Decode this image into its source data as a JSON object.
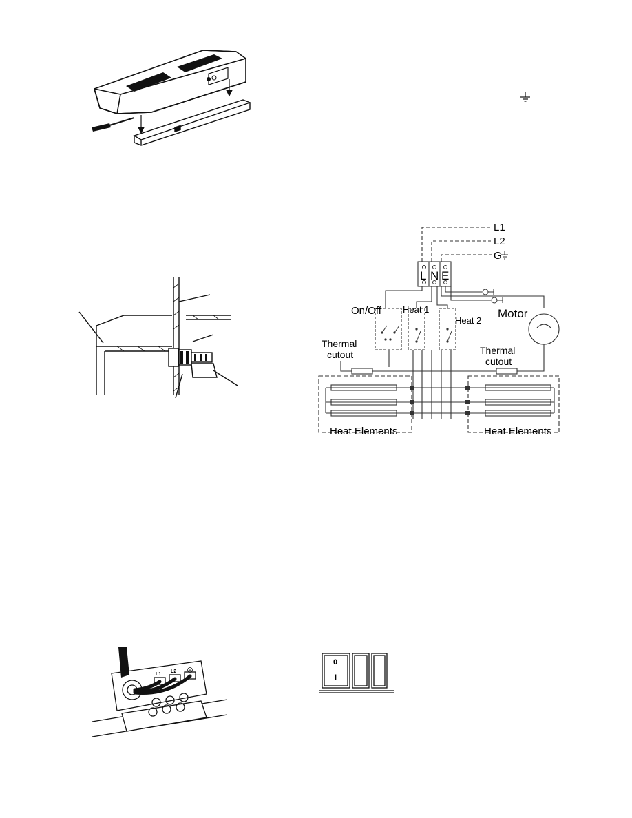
{
  "heater_figure": {
    "wall_screw_labels": []
  },
  "earth_note": {
    "symbol": "earth-ground-symbol"
  },
  "wall_section_figure": {},
  "wiring_diagram": {
    "supply": {
      "l1": "L1",
      "l2": "L2",
      "g": "G"
    },
    "terminals": {
      "l": "L",
      "n": "N",
      "e": "E"
    },
    "switches": {
      "on_off": "On/Off",
      "heat1": "Heat 1",
      "heat2": "Heat 2"
    },
    "motor": "Motor",
    "thermal_cutout_left": {
      "line1": "Thermal",
      "line2": "cutout"
    },
    "thermal_cutout_right": {
      "line1": "Thermal",
      "line2": "cutout"
    },
    "heat_elements_left": "Heat Elements",
    "heat_elements_right": "Heat Elements"
  },
  "terminal_block_figure": {
    "labels": {
      "l1": "L1",
      "l2": "L2"
    }
  },
  "rocker_switch_figure": {
    "off_mark": "0",
    "on_mark": "I"
  }
}
